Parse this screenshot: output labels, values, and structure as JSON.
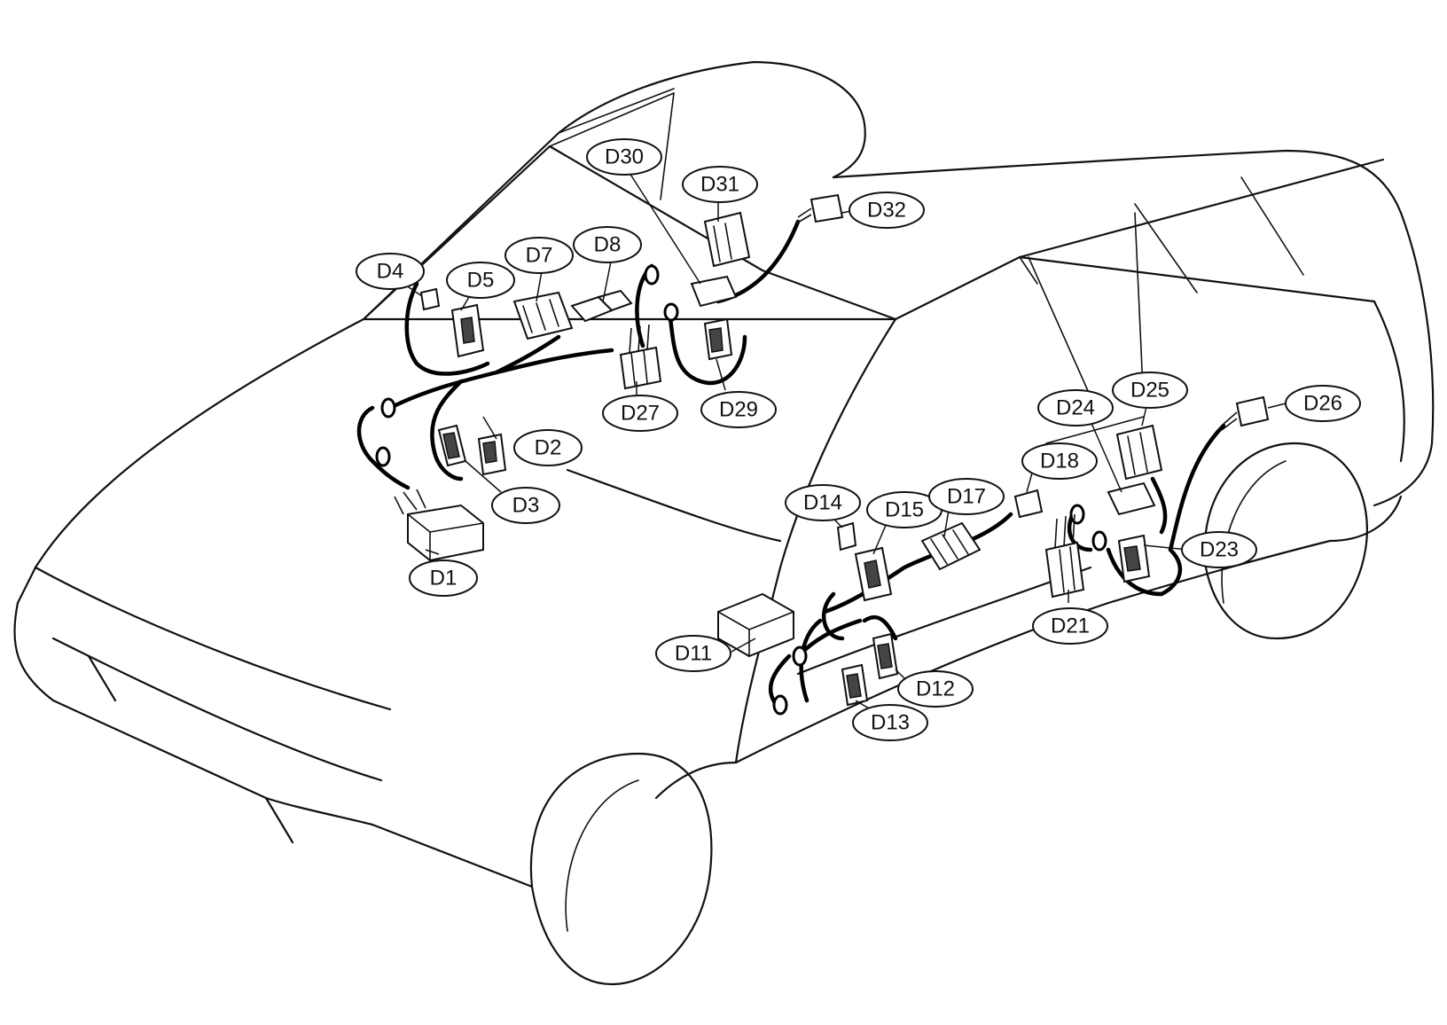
{
  "callouts": [
    {
      "id": "D1",
      "label": "D1"
    },
    {
      "id": "D2",
      "label": "D2"
    },
    {
      "id": "D3",
      "label": "D3"
    },
    {
      "id": "D4",
      "label": "D4"
    },
    {
      "id": "D5",
      "label": "D5"
    },
    {
      "id": "D7",
      "label": "D7"
    },
    {
      "id": "D8",
      "label": "D8"
    },
    {
      "id": "D11",
      "label": "D11"
    },
    {
      "id": "D12",
      "label": "D12"
    },
    {
      "id": "D13",
      "label": "D13"
    },
    {
      "id": "D14",
      "label": "D14"
    },
    {
      "id": "D15",
      "label": "D15"
    },
    {
      "id": "D17",
      "label": "D17"
    },
    {
      "id": "D18",
      "label": "D18"
    },
    {
      "id": "D21",
      "label": "D21"
    },
    {
      "id": "D23",
      "label": "D23"
    },
    {
      "id": "D24",
      "label": "D24"
    },
    {
      "id": "D25",
      "label": "D25"
    },
    {
      "id": "D26",
      "label": "D26"
    },
    {
      "id": "D27",
      "label": "D27"
    },
    {
      "id": "D29",
      "label": "D29"
    },
    {
      "id": "D30",
      "label": "D30"
    },
    {
      "id": "D31",
      "label": "D31"
    },
    {
      "id": "D32",
      "label": "D32"
    }
  ]
}
